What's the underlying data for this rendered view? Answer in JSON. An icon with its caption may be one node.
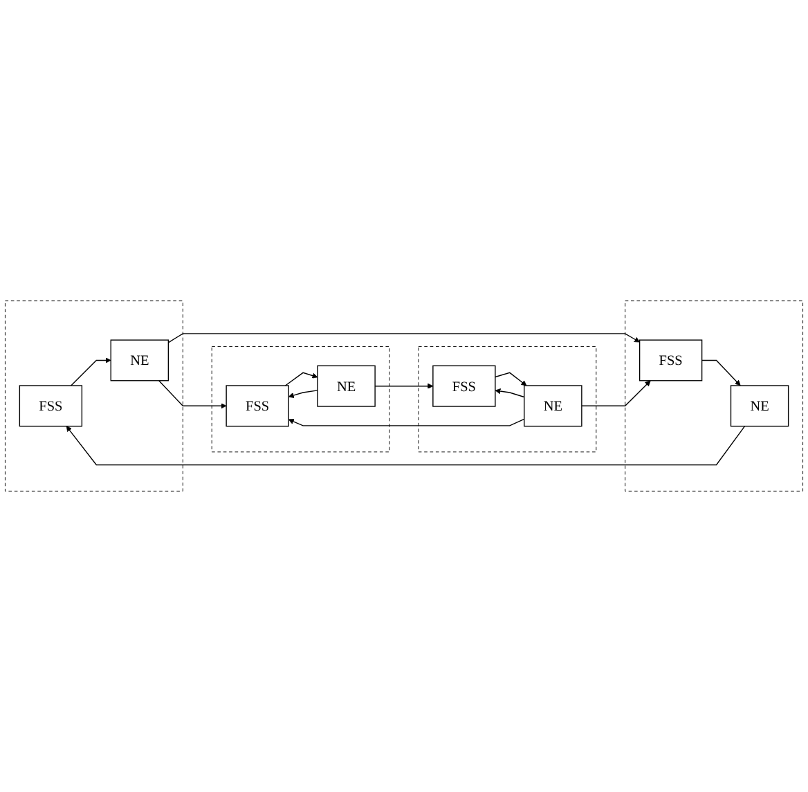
{
  "diagram": {
    "nodes": [
      {
        "text": [],
        "shape": "box"
      },
      {
        "text": [
          "FSS"
        ],
        "in": 0
      },
      {
        "text": [
          "NE"
        ],
        "in": 0
      },
      {
        "text": [],
        "shape": "box"
      },
      {
        "text": [
          "NE"
        ],
        "in": 3
      },
      {
        "text": [
          "FSS"
        ],
        "in": 3
      },
      {
        "text": [],
        "shape": "box"
      },
      {
        "text": [
          "FSS"
        ],
        "in": 6
      },
      {
        "text": [
          "NE"
        ],
        "in": 6
      },
      {
        "text": [],
        "shape": "box"
      },
      {
        "text": [
          "NE"
        ],
        "in": 9
      },
      {
        "text": [
          "FSS"
        ],
        "in": 9
      }
    ],
    "edges": [
      {
        "from": 1,
        "to": 2,
        "arrow": "to"
      },
      {
        "from": 4,
        "to": 1,
        "arrow": "to"
      },
      {
        "from": 2,
        "to": 5,
        "arrow": "to"
      },
      {
        "from": 5,
        "to": 4,
        "arrow": "to"
      },
      {
        "from": 2,
        "to": 7,
        "arrow": "to"
      },
      {
        "from": 10,
        "to": 5,
        "arrow": "to"
      },
      {
        "from": 10,
        "to": 7,
        "arrow": "to"
      },
      {
        "from": 7,
        "to": 8,
        "arrow": "to"
      },
      {
        "from": 8,
        "to": 7,
        "arrow": "to"
      },
      {
        "from": 10,
        "to": 11,
        "arrow": "to"
      },
      {
        "from": 11,
        "to": 10,
        "arrow": "to"
      },
      {
        "from": 8,
        "to": 11,
        "arrow": "to"
      }
    ]
  }
}
